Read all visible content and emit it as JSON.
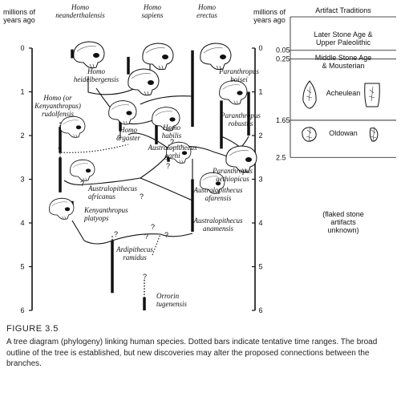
{
  "axis": {
    "unit_left": [
      "millions of",
      "years ago"
    ],
    "unit_right": [
      "millions of",
      "years ago"
    ],
    "ticks": [
      "0",
      "1",
      "2",
      "3",
      "4",
      "5",
      "6"
    ]
  },
  "species": {
    "neanderthalensis": [
      "Homo",
      "neanderthalensis"
    ],
    "sapiens": [
      "Homo",
      "sapiens"
    ],
    "erectus": [
      "Homo",
      "erectus"
    ],
    "heidelbergensis": [
      "Homo",
      "heidelbergensis"
    ],
    "boisei": [
      "Paranthropus",
      "boisei"
    ],
    "rudolfensis": [
      "Homo (or",
      "Kenyanthropus)",
      "rudolfensis"
    ],
    "ergaster": [
      "Homo",
      "ergaster"
    ],
    "habilis": [
      "Homo",
      "habilis"
    ],
    "robustus": [
      "Paranthropus",
      "robustus"
    ],
    "garhi": [
      "Australopithecus",
      "garhi"
    ],
    "aethiopicus": [
      "Paranthropus",
      "aethiopicus"
    ],
    "africanus": [
      "Australopithecus",
      "africanus"
    ],
    "afarensis": [
      "Australopithecus",
      "afarensis"
    ],
    "platyops": [
      "Kenyanthropus",
      "platyops"
    ],
    "anamensis": [
      "Australopithecus",
      "anamensis"
    ],
    "ramidus": [
      "Ardipithecus",
      "ramidus"
    ],
    "tugenensis": [
      "Orrorin",
      "tugenensis"
    ]
  },
  "question_mark": "?",
  "artifacts": {
    "heading": "Artifact Traditions",
    "traditions": [
      {
        "name": [
          "Later Stone Age &",
          "Upper Paleolithic"
        ]
      },
      {
        "name": [
          "Middle Stone Age",
          "& Mousterian"
        ]
      },
      {
        "name": [
          "Acheulean"
        ]
      },
      {
        "name": [
          "Oldowan"
        ]
      },
      {
        "name": [
          "(flaked stone",
          "artifacts",
          "unknown)"
        ]
      }
    ],
    "boundaries": [
      "0.05",
      "0.25",
      "1.65",
      "2.5"
    ]
  },
  "caption": {
    "title": "FIGURE 3.5",
    "text": "A tree diagram (phylogeny) linking human species. Dotted bars indicate tentative time ranges. The broad outline of the tree is established, but new discoveries may alter the proposed connections between the branches."
  }
}
